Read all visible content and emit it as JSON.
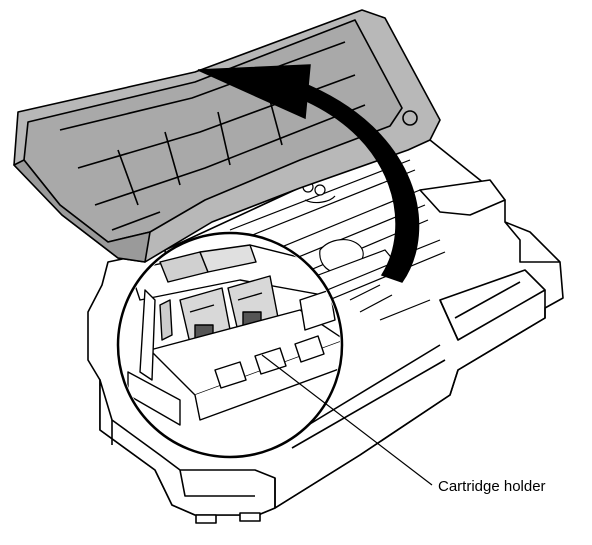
{
  "figure": {
    "callout_label": "Cartridge holder",
    "colors": {
      "line": "#000000",
      "cover_fill": "#b8b8b8",
      "cover_shade": "#9a9a9a",
      "body_fill": "#ffffff",
      "arrow_fill": "#000000"
    },
    "icons": [
      "cover-open-arrow",
      "magnified-detail-circle",
      "leader-line"
    ]
  }
}
